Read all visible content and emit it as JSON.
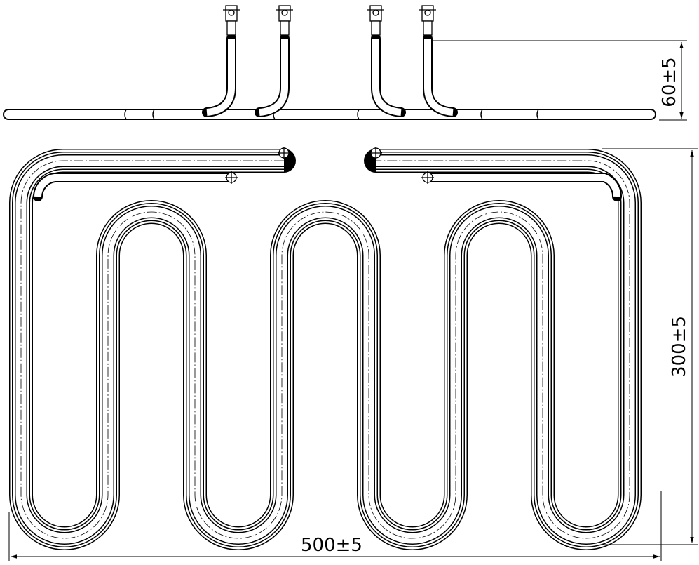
{
  "dimensions": {
    "height_top": "60±5",
    "height_main": "300±5",
    "width_main": "500±5"
  },
  "colors": {
    "line": "#000000",
    "background": "#ffffff"
  }
}
